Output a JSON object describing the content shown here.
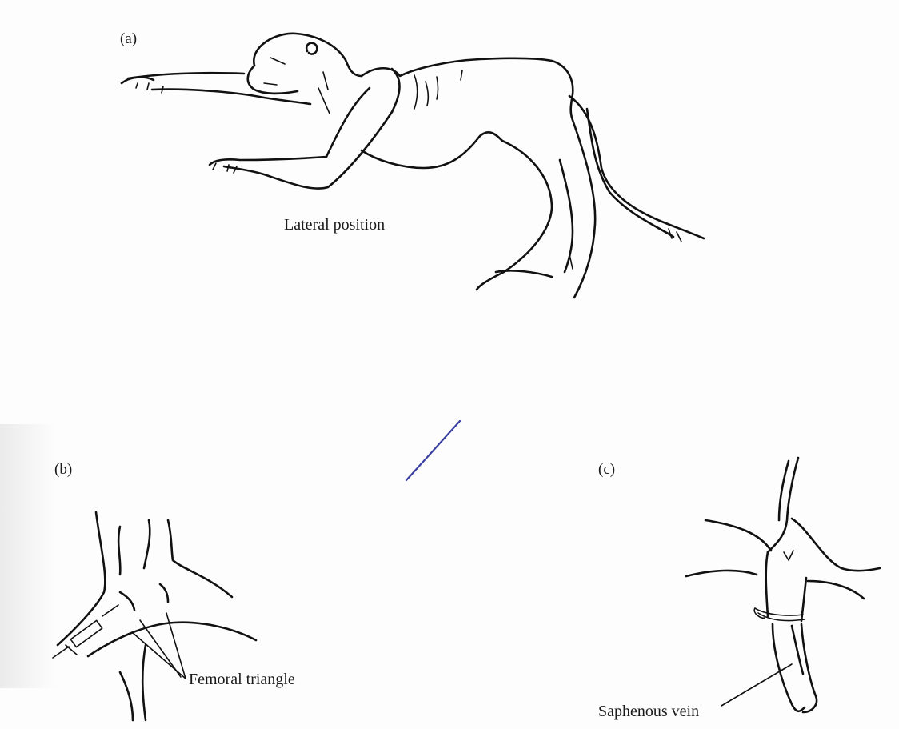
{
  "panels": {
    "a": {
      "label": "(a)",
      "caption": "Lateral position"
    },
    "b": {
      "label": "(b)",
      "caption": "Femoral triangle"
    },
    "c": {
      "label": "(c)",
      "caption": "Saphenous vein"
    }
  },
  "colors": {
    "ink": "#111111",
    "pen_mark": "#3a3fa0",
    "paper": "#fdfdfd"
  }
}
